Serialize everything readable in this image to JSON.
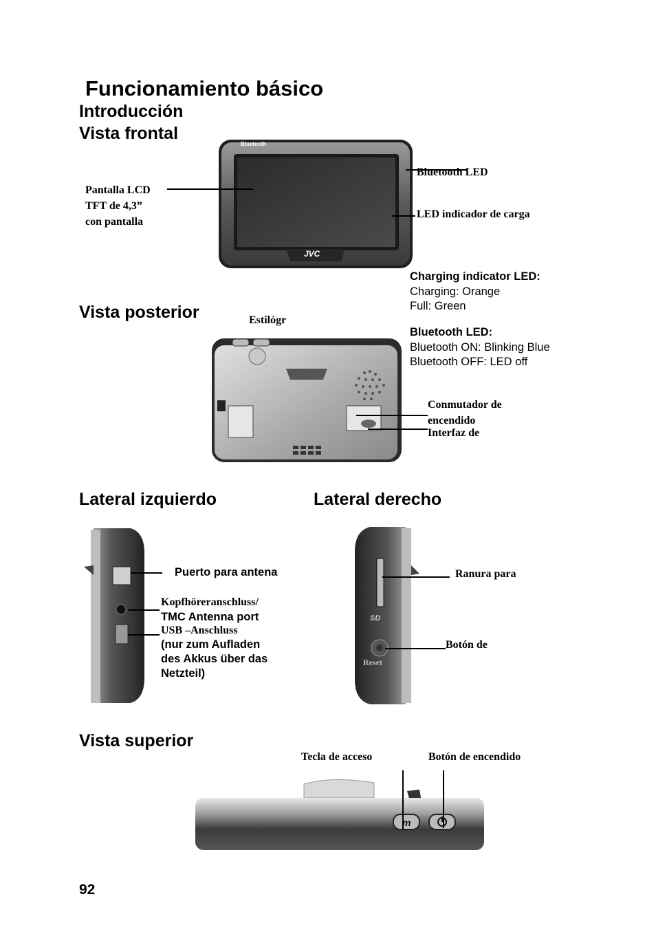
{
  "page": {
    "title": "Funcionamiento básico",
    "page_number": "92"
  },
  "sections": {
    "intro": "Introducción",
    "front": "Vista frontal",
    "rear": "Vista posterior",
    "left": "Lateral izquierdo",
    "right": "Lateral derecho",
    "top": "Vista superior"
  },
  "front": {
    "lcd_label": [
      "Pantalla LCD",
      "TFT de 4,3”",
      "con pantalla"
    ],
    "bt_led_label": "Bluetooth LED",
    "charge_led_label": "LED indicador de carga",
    "device_brand": "JVC",
    "device_bt_text": "Bluetooth"
  },
  "info": {
    "charging_title": "Charging indicator LED:",
    "charging_lines": [
      "Charging: Orange",
      "Full: Green"
    ],
    "bt_title": "Bluetooth LED:",
    "bt_lines": [
      "Bluetooth ON: Blinking Blue",
      "Bluetooth OFF: LED off"
    ]
  },
  "rear": {
    "stylus_label": "Estilógr",
    "switch_label": [
      "Conmutador de",
      "encendido"
    ],
    "interface_label": "Interfaz de"
  },
  "left": {
    "antenna_port": "Puerto para antena",
    "headphone_1": "Kopfhöreranschluss/",
    "headphone_2": "TMC Antenna port",
    "usb_1": "USB –Anschluss",
    "usb_lines": [
      "(nur zum Aufladen",
      "des Akkus über das",
      "Netzteil)"
    ]
  },
  "right": {
    "slot_label": "Ranura para",
    "reset_label": "Botón de",
    "reset_text": "Reset"
  },
  "top": {
    "access_key": "Tecla   de   acceso",
    "power_button": "Botón de encendido"
  },
  "colors": {
    "text": "#000000",
    "device_dark": "#3a3a3a",
    "device_mid": "#8a8a8a",
    "device_light": "#cfcfcf"
  }
}
